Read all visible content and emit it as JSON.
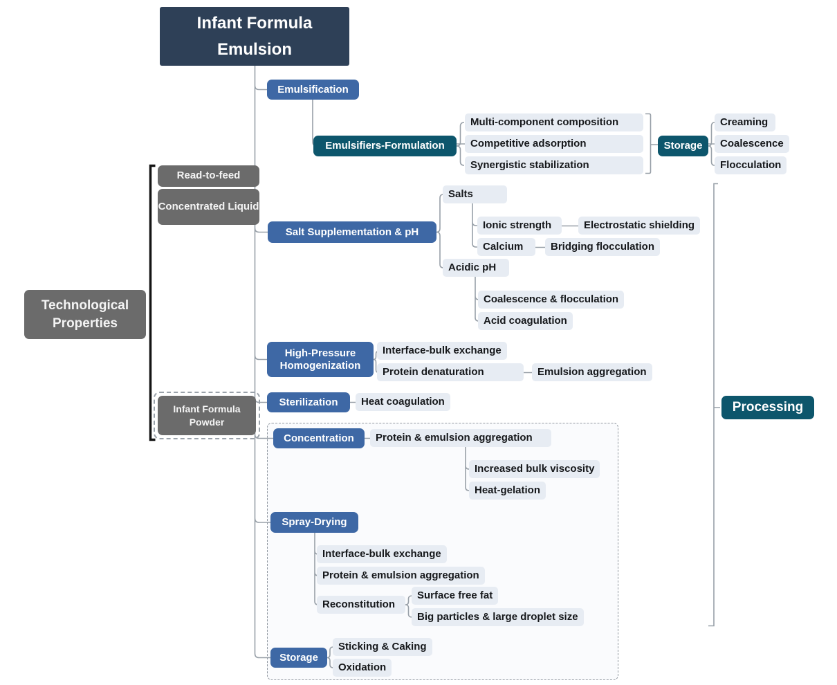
{
  "root": {
    "label": "Infant Formula Emulsion"
  },
  "side": {
    "technological_properties": "Technological Properties",
    "ready_to_feed": "Read-to-feed",
    "concentrated_liquid": "Concentrated Liquid",
    "infant_formula_powder": "Infant Formula Powder"
  },
  "processing": {
    "label": "Processing"
  },
  "emulsification": {
    "label": "Emulsification",
    "emulsifiers_formulation": {
      "label": "Emulsifiers-Formulation",
      "leaves": [
        "Multi-component composition",
        "Competitive adsorption",
        "Synergistic stabilization"
      ],
      "storage": {
        "label": "Storage",
        "leaves": [
          "Creaming",
          "Coalescence",
          "Flocculation"
        ]
      }
    }
  },
  "salt_supplementation": {
    "label": "Salt Supplementation & pH",
    "salts": {
      "label": "Salts",
      "ionic_strength": {
        "label": "Ionic strength",
        "effect": "Electrostatic shielding"
      },
      "calcium": {
        "label": "Calcium",
        "effect": "Bridging flocculation"
      }
    },
    "acidic_ph": {
      "label": "Acidic pH",
      "leaves": [
        "Coalescence & flocculation",
        "Acid coagulation"
      ]
    }
  },
  "homogenization": {
    "label": "High-Pressure Homogenization",
    "leaves": [
      "Interface-bulk exchange",
      "Protein denaturation"
    ],
    "protein_denaturation_effect": "Emulsion aggregation"
  },
  "sterilization": {
    "label": "Sterilization",
    "effect": "Heat coagulation"
  },
  "concentration": {
    "label": "Concentration",
    "effect": "Protein & emulsion aggregation",
    "sub_effects": [
      "Increased bulk viscosity",
      "Heat-gelation"
    ]
  },
  "spray_drying": {
    "label": "Spray-Drying",
    "leaves": [
      "Interface-bulk exchange",
      "Protein & emulsion aggregation"
    ],
    "reconstitution": {
      "label": "Reconstitution",
      "leaves": [
        "Surface free fat",
        "Big particles & large droplet size"
      ]
    }
  },
  "powder_storage": {
    "label": "Storage",
    "leaves": [
      "Sticking & Caking",
      "Oxidation"
    ]
  },
  "colors": {
    "root_bg": "#2e4057",
    "branch_blue": "#3e68a5",
    "summary_teal": "#0d566c",
    "category_gray": "#6b6b6b",
    "leaf_bg": "#e7ecf3",
    "connector": "#98a0a8",
    "bracket_black": "#141414"
  }
}
